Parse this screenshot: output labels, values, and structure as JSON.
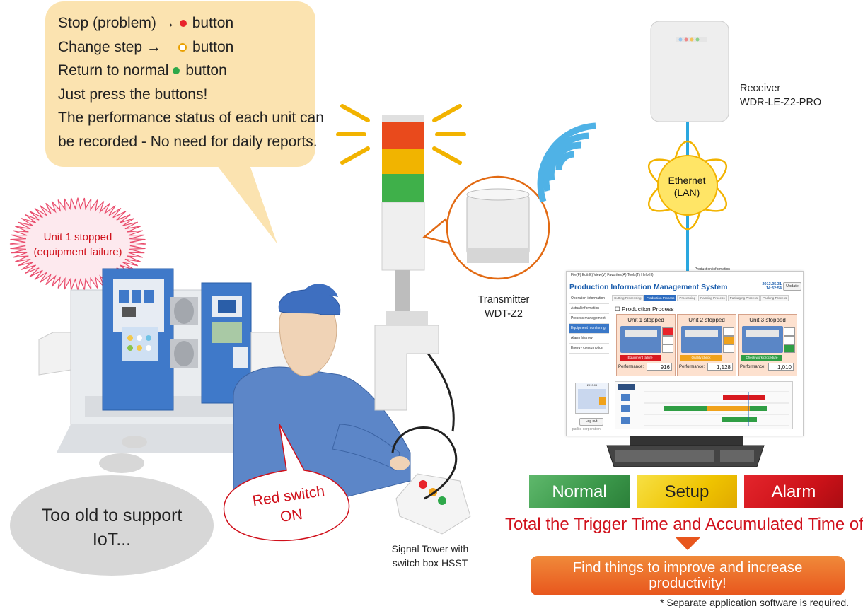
{
  "bubble": {
    "line1_text": "Stop (problem) →",
    "line1_suffix": "button",
    "line2_text": "Change step →",
    "line2_suffix": "button",
    "line3_text": "Return to normal",
    "line3_suffix": "button",
    "line4": "Just press the buttons!",
    "line5": "The performance status of each unit can",
    "line6": "be recorded - No need for daily reports."
  },
  "burst": {
    "line1": "Unit 1 stopped",
    "line2": "(equipment failure)"
  },
  "thought": {
    "line1": "Too old to support",
    "line2": "IoT..."
  },
  "operator": {
    "red_switch_line1": "Red switch",
    "red_switch_line2": "ON"
  },
  "transmitter": {
    "label": "Transmitter",
    "model": "WDT-Z2"
  },
  "receiver": {
    "label": "Receiver",
    "model": "WDR-LE-Z2-PRO"
  },
  "ethernet": {
    "line1": "Ethernet",
    "line2": "(LAN)"
  },
  "tower": {
    "line1": "Signal Tower with",
    "line2": "switch box HSST"
  },
  "screen": {
    "network_label": "Production information",
    "menu": "File(F)  Edit(E)  View(V)  Favorites(A)  Tools(T)  Help(H)",
    "title": "Production Information Management System",
    "date": "2013.05.31",
    "time": "14:32:54",
    "update_button": "Update",
    "sidebar": [
      "Operation information",
      "Actual information",
      "Process management",
      "Equipment monitoring",
      "Alarm histrory",
      "Energy consumption"
    ],
    "tabs": [
      "Cutting Processing",
      "Production Process",
      "Processing",
      "Painting Process",
      "Packaging Process",
      "Packing Process"
    ],
    "section_title": "☐ Production Process",
    "units": [
      {
        "name": "Unit 1 stopped",
        "status": "Equipment failure",
        "status_color": "#d8191f",
        "perf_label": "Performance:",
        "perf": "916",
        "lamps": [
          "#e8232a",
          "#ffffff",
          "#ffffff"
        ]
      },
      {
        "name": "Unit 2 stopped",
        "status": "Quality check",
        "status_color": "#f0a21b",
        "perf_label": "Performance:",
        "perf": "1,128",
        "lamps": [
          "#ffffff",
          "#f0a21b",
          "#ffffff"
        ]
      },
      {
        "name": "Unit 3 stopped",
        "status": "Check work procedure",
        "status_color": "#2f9e44",
        "perf_label": "Performance:",
        "perf": "1,010",
        "lamps": [
          "#ffffff",
          "#ffffff",
          "#2f9e44"
        ]
      }
    ],
    "calendar_month": "2013.05",
    "logout": "Log out",
    "corp": "patlite corporation"
  },
  "legend": {
    "normal": "Normal",
    "setup": "Setup",
    "alarm": "Alarm"
  },
  "total_text": "Total the Trigger Time and Accumulated Time of each",
  "find": {
    "line1": "Find things to improve and increase",
    "line2": "productivity!"
  },
  "note": "* Separate application software is required."
}
